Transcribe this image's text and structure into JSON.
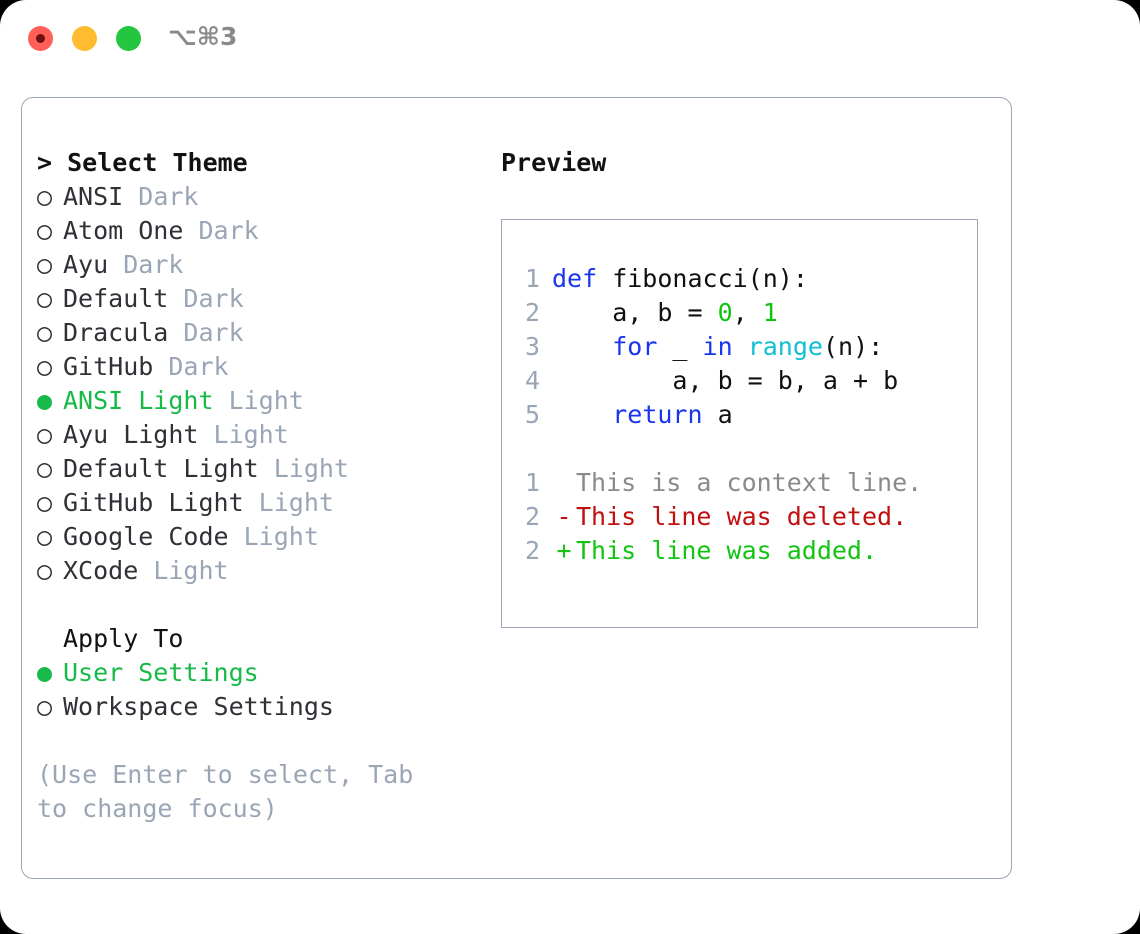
{
  "window": {
    "traffic_lights": [
      {
        "name": "close-button",
        "color": "#ff5f57"
      },
      {
        "name": "minimize-button",
        "color": "#febc2e"
      },
      {
        "name": "zoom-button",
        "color": "#24c63f"
      }
    ],
    "shortcut_label": "⌥⌘3"
  },
  "theme_picker": {
    "heading": "> Select Theme",
    "bullet_selected": "●",
    "bullet_unselected": "○",
    "items": [
      {
        "name": "ANSI",
        "variant": "Dark",
        "selected": false
      },
      {
        "name": "Atom One",
        "variant": "Dark",
        "selected": false
      },
      {
        "name": "Ayu",
        "variant": "Dark",
        "selected": false
      },
      {
        "name": "Default",
        "variant": "Dark",
        "selected": false
      },
      {
        "name": "Dracula",
        "variant": "Dark",
        "selected": false
      },
      {
        "name": "GitHub",
        "variant": "Dark",
        "selected": false
      },
      {
        "name": "ANSI Light",
        "variant": "Light",
        "selected": true
      },
      {
        "name": "Ayu Light",
        "variant": "Light",
        "selected": false
      },
      {
        "name": "Default Light",
        "variant": "Light",
        "selected": false
      },
      {
        "name": "GitHub Light",
        "variant": "Light",
        "selected": false
      },
      {
        "name": "Google Code",
        "variant": "Light",
        "selected": false
      },
      {
        "name": "XCode",
        "variant": "Light",
        "selected": false
      }
    ]
  },
  "apply_to": {
    "heading": "Apply To",
    "items": [
      {
        "label": "User Settings",
        "selected": true
      },
      {
        "label": "Workspace Settings",
        "selected": false
      }
    ]
  },
  "hint": "(Use Enter to select, Tab to change focus)",
  "preview": {
    "heading": "Preview",
    "code_lines": [
      {
        "n": "1",
        "tokens": [
          {
            "t": "def",
            "c": "kw"
          },
          {
            "t": " fibonacci(n):",
            "c": "id"
          }
        ]
      },
      {
        "n": "2",
        "tokens": [
          {
            "t": "    a, b = ",
            "c": "id"
          },
          {
            "t": "0",
            "c": "num"
          },
          {
            "t": ", ",
            "c": "id"
          },
          {
            "t": "1",
            "c": "num"
          }
        ]
      },
      {
        "n": "3",
        "tokens": [
          {
            "t": "    ",
            "c": "id"
          },
          {
            "t": "for",
            "c": "kw"
          },
          {
            "t": " _ ",
            "c": "id"
          },
          {
            "t": "in",
            "c": "kw"
          },
          {
            "t": " ",
            "c": "id"
          },
          {
            "t": "range",
            "c": "fn"
          },
          {
            "t": "(n):",
            "c": "id"
          }
        ]
      },
      {
        "n": "4",
        "tokens": [
          {
            "t": "        a, b = b, a + b",
            "c": "id"
          }
        ]
      },
      {
        "n": "5",
        "tokens": [
          {
            "t": "    ",
            "c": "id"
          },
          {
            "t": "return",
            "c": "kw"
          },
          {
            "t": " a",
            "c": "id"
          }
        ]
      }
    ],
    "diff_lines": [
      {
        "n": "1",
        "mark": " ",
        "text": "This is a context line.",
        "kind": "ctx"
      },
      {
        "n": "2",
        "mark": "-",
        "text": "This line was deleted.",
        "kind": "del"
      },
      {
        "n": "2",
        "mark": "+",
        "text": "This line was added.",
        "kind": "add"
      }
    ]
  },
  "colors": {
    "border": "#9aa5b5",
    "muted": "#9aa5b5",
    "accent_green": "#17b947",
    "keyword_blue": "#1a35f0",
    "number_green": "#0fc20f",
    "function_cyan": "#0fbfd2",
    "diff_delete_red": "#c11010",
    "diff_add_green": "#13c413"
  }
}
